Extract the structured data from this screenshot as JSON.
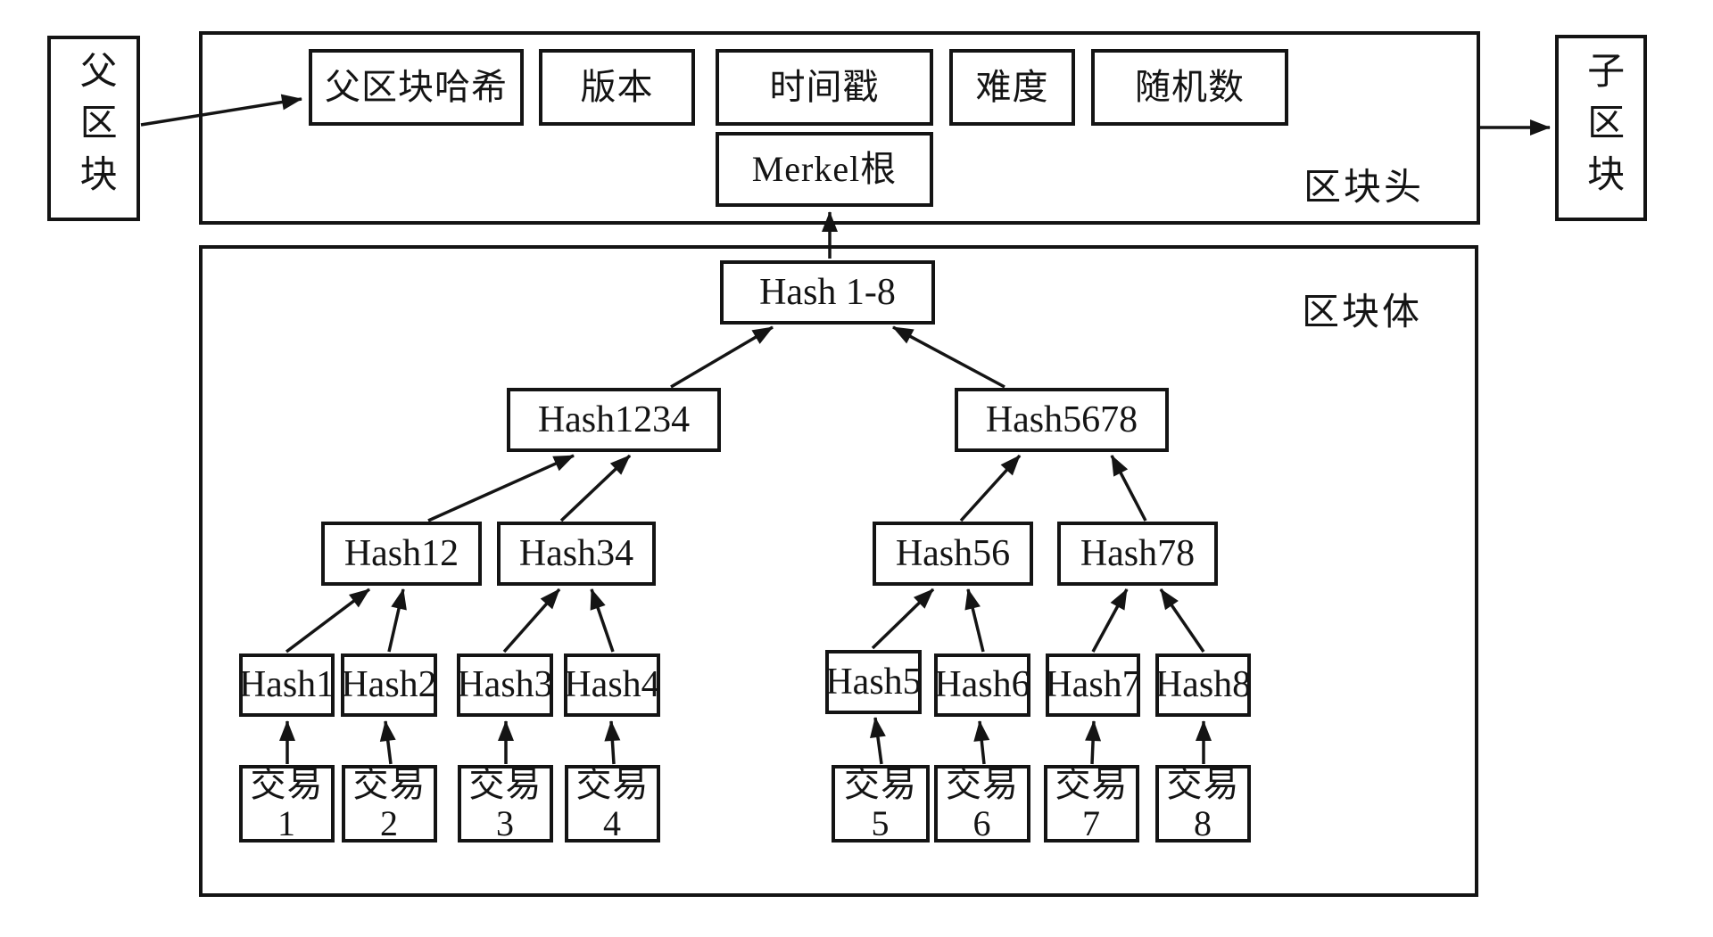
{
  "blocks": {
    "parent": "父区块",
    "child": "子区块",
    "header": {
      "label": "区块头",
      "fields": [
        "父区块哈希",
        "版本",
        "时间戳",
        "难度",
        "随机数"
      ],
      "merkle_root": "Merkel根"
    },
    "body": {
      "label": "区块体",
      "tree": {
        "root": "Hash 1-8",
        "level2": [
          "Hash1234",
          "Hash5678"
        ],
        "level3": [
          "Hash12",
          "Hash34",
          "Hash56",
          "Hash78"
        ],
        "level4": [
          "Hash1",
          "Hash2",
          "Hash3",
          "Hash4",
          "Hash5",
          "Hash6",
          "Hash7",
          "Hash8"
        ],
        "transactions": [
          "交易1",
          "交易2",
          "交易3",
          "交易4",
          "交易5",
          "交易6",
          "交易7",
          "交易8"
        ]
      }
    }
  },
  "colors": {
    "ink": "#141414",
    "background": "#ffffff"
  }
}
